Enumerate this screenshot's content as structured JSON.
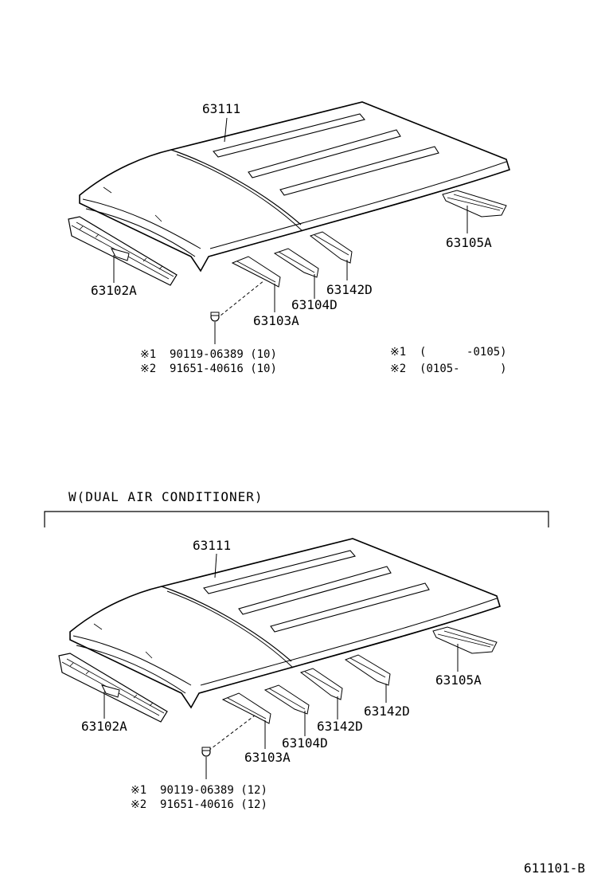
{
  "diagram_1": {
    "labels": {
      "roof_panel": "63111",
      "front_header": "63102A",
      "rear_header": "63105A",
      "bow_a": "63103A",
      "bow_d": "63104D",
      "bracket_d": "63142D"
    },
    "notes_left": [
      {
        "mark": "※1",
        "part": "90119-06389",
        "qty": "(10)"
      },
      {
        "mark": "※2",
        "part": "91651-40616",
        "qty": "(10)"
      }
    ],
    "notes_right": [
      {
        "mark": "※1",
        "range": "(      -0105)"
      },
      {
        "mark": "※2",
        "range": "(0105-      )"
      }
    ]
  },
  "diagram_2": {
    "heading": "W(DUAL AIR CONDITIONER)",
    "labels": {
      "roof_panel": "63111",
      "front_header": "63102A",
      "rear_header": "63105A",
      "bow_a": "63103A",
      "bow_d": "63104D",
      "bracket_d_1": "63142D",
      "bracket_d_2": "63142D"
    },
    "notes": [
      {
        "mark": "※1",
        "part": "90119-06389",
        "qty": "(12)"
      },
      {
        "mark": "※2",
        "part": "91651-40616",
        "qty": "(12)"
      }
    ]
  },
  "figure_id": "611101-B"
}
